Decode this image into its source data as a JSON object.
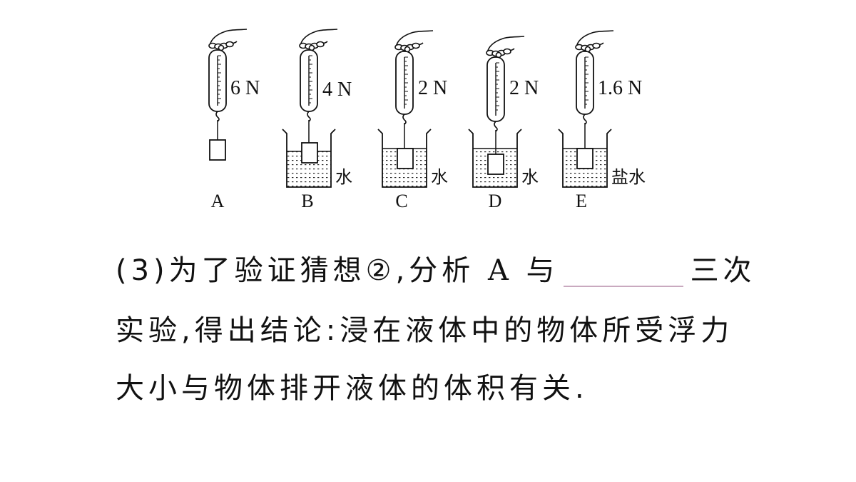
{
  "figure": {
    "setups": [
      {
        "reading": "6 N",
        "letter": "A",
        "liquid": ""
      },
      {
        "reading": "4 N",
        "letter": "B",
        "liquid": "水"
      },
      {
        "reading": "2 N",
        "letter": "C",
        "liquid": "水"
      },
      {
        "reading": "2 N",
        "letter": "D",
        "liquid": "水"
      },
      {
        "reading": "1.6 N",
        "letter": "E",
        "liquid": "盐水"
      }
    ]
  },
  "question": {
    "line1_before": "(3)为了验证猜想②,分析 ",
    "line1_A": "A",
    "line1_mid": " 与",
    "line1_after": "三次",
    "line2": "实验,得出结论:浸在液体中的物体所受浮力",
    "line3": "大小与物体排开液体的体积有关."
  }
}
